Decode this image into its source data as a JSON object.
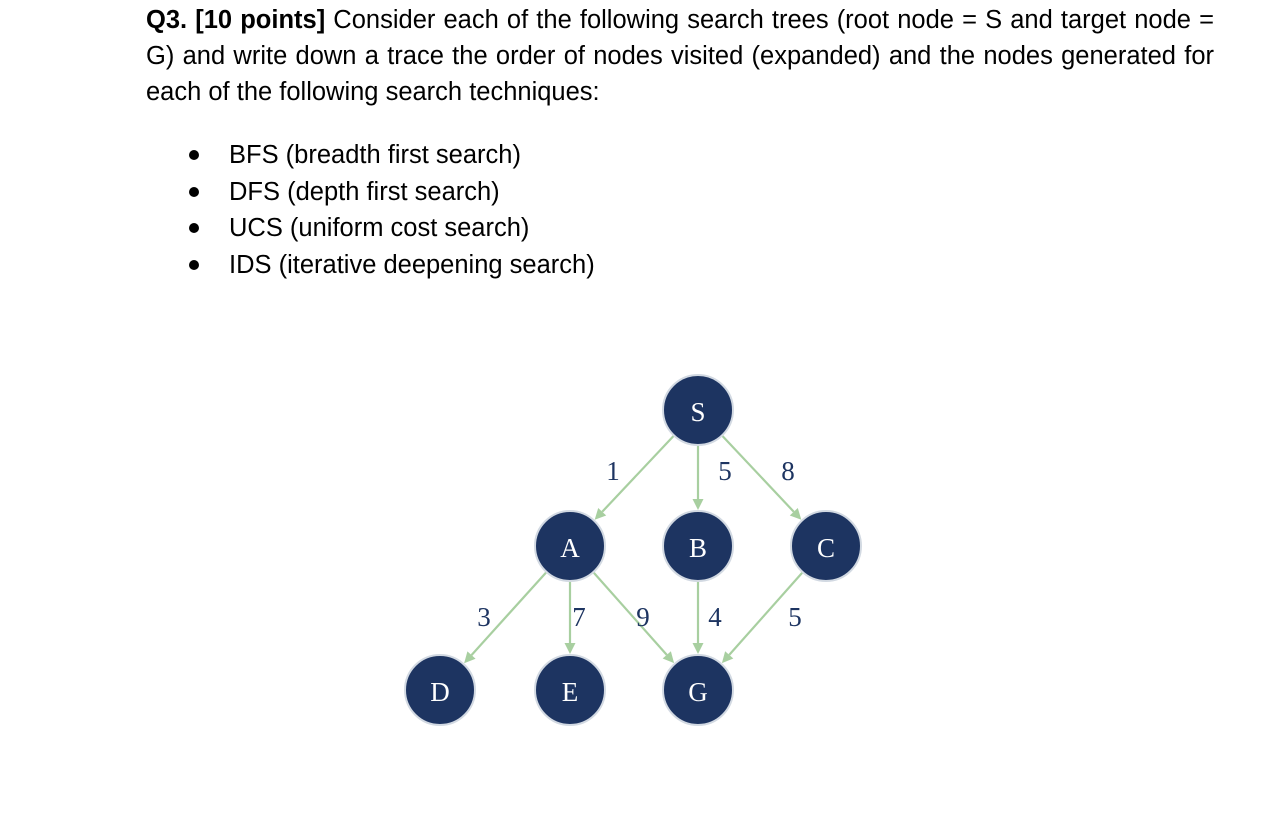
{
  "question": {
    "label": "Q3. [10 points]",
    "text": " Consider each of the following search trees (root node = S and target node = G) and write down a trace the order of nodes visited (expanded) and the nodes generated for each of the following search techniques:"
  },
  "techniques": [
    "BFS (breadth first search)",
    "DFS (depth first search)",
    "UCS (uniform cost search)",
    "IDS (iterative deepening search)"
  ],
  "graph": {
    "nodes": [
      {
        "id": "S",
        "label": "S"
      },
      {
        "id": "A",
        "label": "A"
      },
      {
        "id": "B",
        "label": "B"
      },
      {
        "id": "C",
        "label": "C"
      },
      {
        "id": "D",
        "label": "D"
      },
      {
        "id": "E",
        "label": "E"
      },
      {
        "id": "G",
        "label": "G"
      }
    ],
    "edges": [
      {
        "from": "S",
        "to": "A",
        "weight": "1"
      },
      {
        "from": "S",
        "to": "B",
        "weight": "5"
      },
      {
        "from": "S",
        "to": "C",
        "weight": "8"
      },
      {
        "from": "A",
        "to": "D",
        "weight": "3"
      },
      {
        "from": "A",
        "to": "E",
        "weight": "7"
      },
      {
        "from": "A",
        "to": "G",
        "weight": "9"
      },
      {
        "from": "B",
        "to": "G",
        "weight": "4"
      },
      {
        "from": "C",
        "to": "G",
        "weight": "5"
      }
    ],
    "colors": {
      "node_fill": "#1d3461",
      "edge": "#a8cfa0"
    }
  }
}
